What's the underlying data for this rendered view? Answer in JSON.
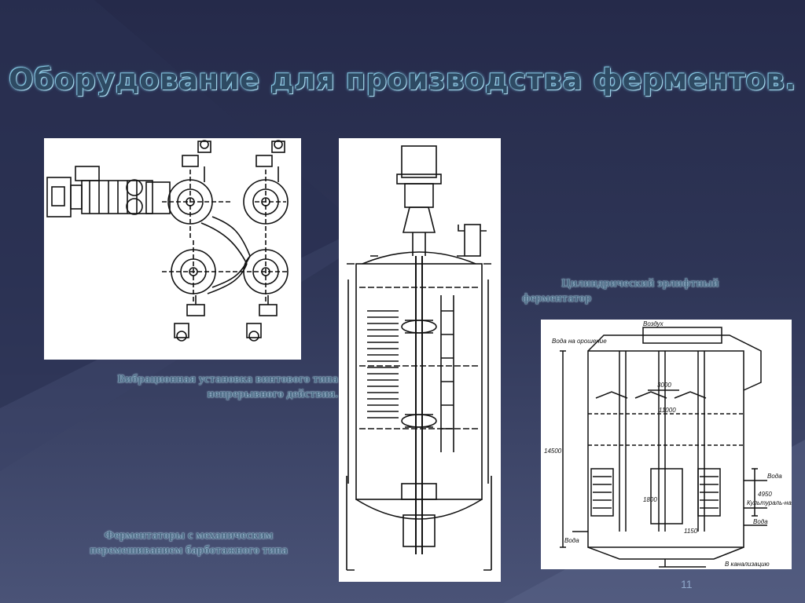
{
  "slide": {
    "title": "Оборудование для производства ферментов.",
    "page_number": "11"
  },
  "figures": [
    {
      "caption_lines": [
        "Вибрационная установка винтового типа",
        "непрерывного действия."
      ]
    },
    {
      "caption_lines": [
        "Ферментаторы с механическим",
        "перемешиванием барботажного типа"
      ]
    },
    {
      "caption_lines": [
        "Цилиндрический эрлифтный",
        "ферментатор"
      ],
      "labels": {
        "air": "Воздух",
        "water_spray": "Вода на орошение",
        "dim_3000": "3000",
        "dim_11000": "11000",
        "dim_14500": "14500",
        "dim_1800": "1800",
        "dim_4950": "4950",
        "dim_1150": "1150",
        "water_right": "Вода",
        "culture_liquid": "Культураль-ная жидкость",
        "water_low": "Вода",
        "water_left": "Вода",
        "drain": "В канализацию"
      }
    }
  ]
}
